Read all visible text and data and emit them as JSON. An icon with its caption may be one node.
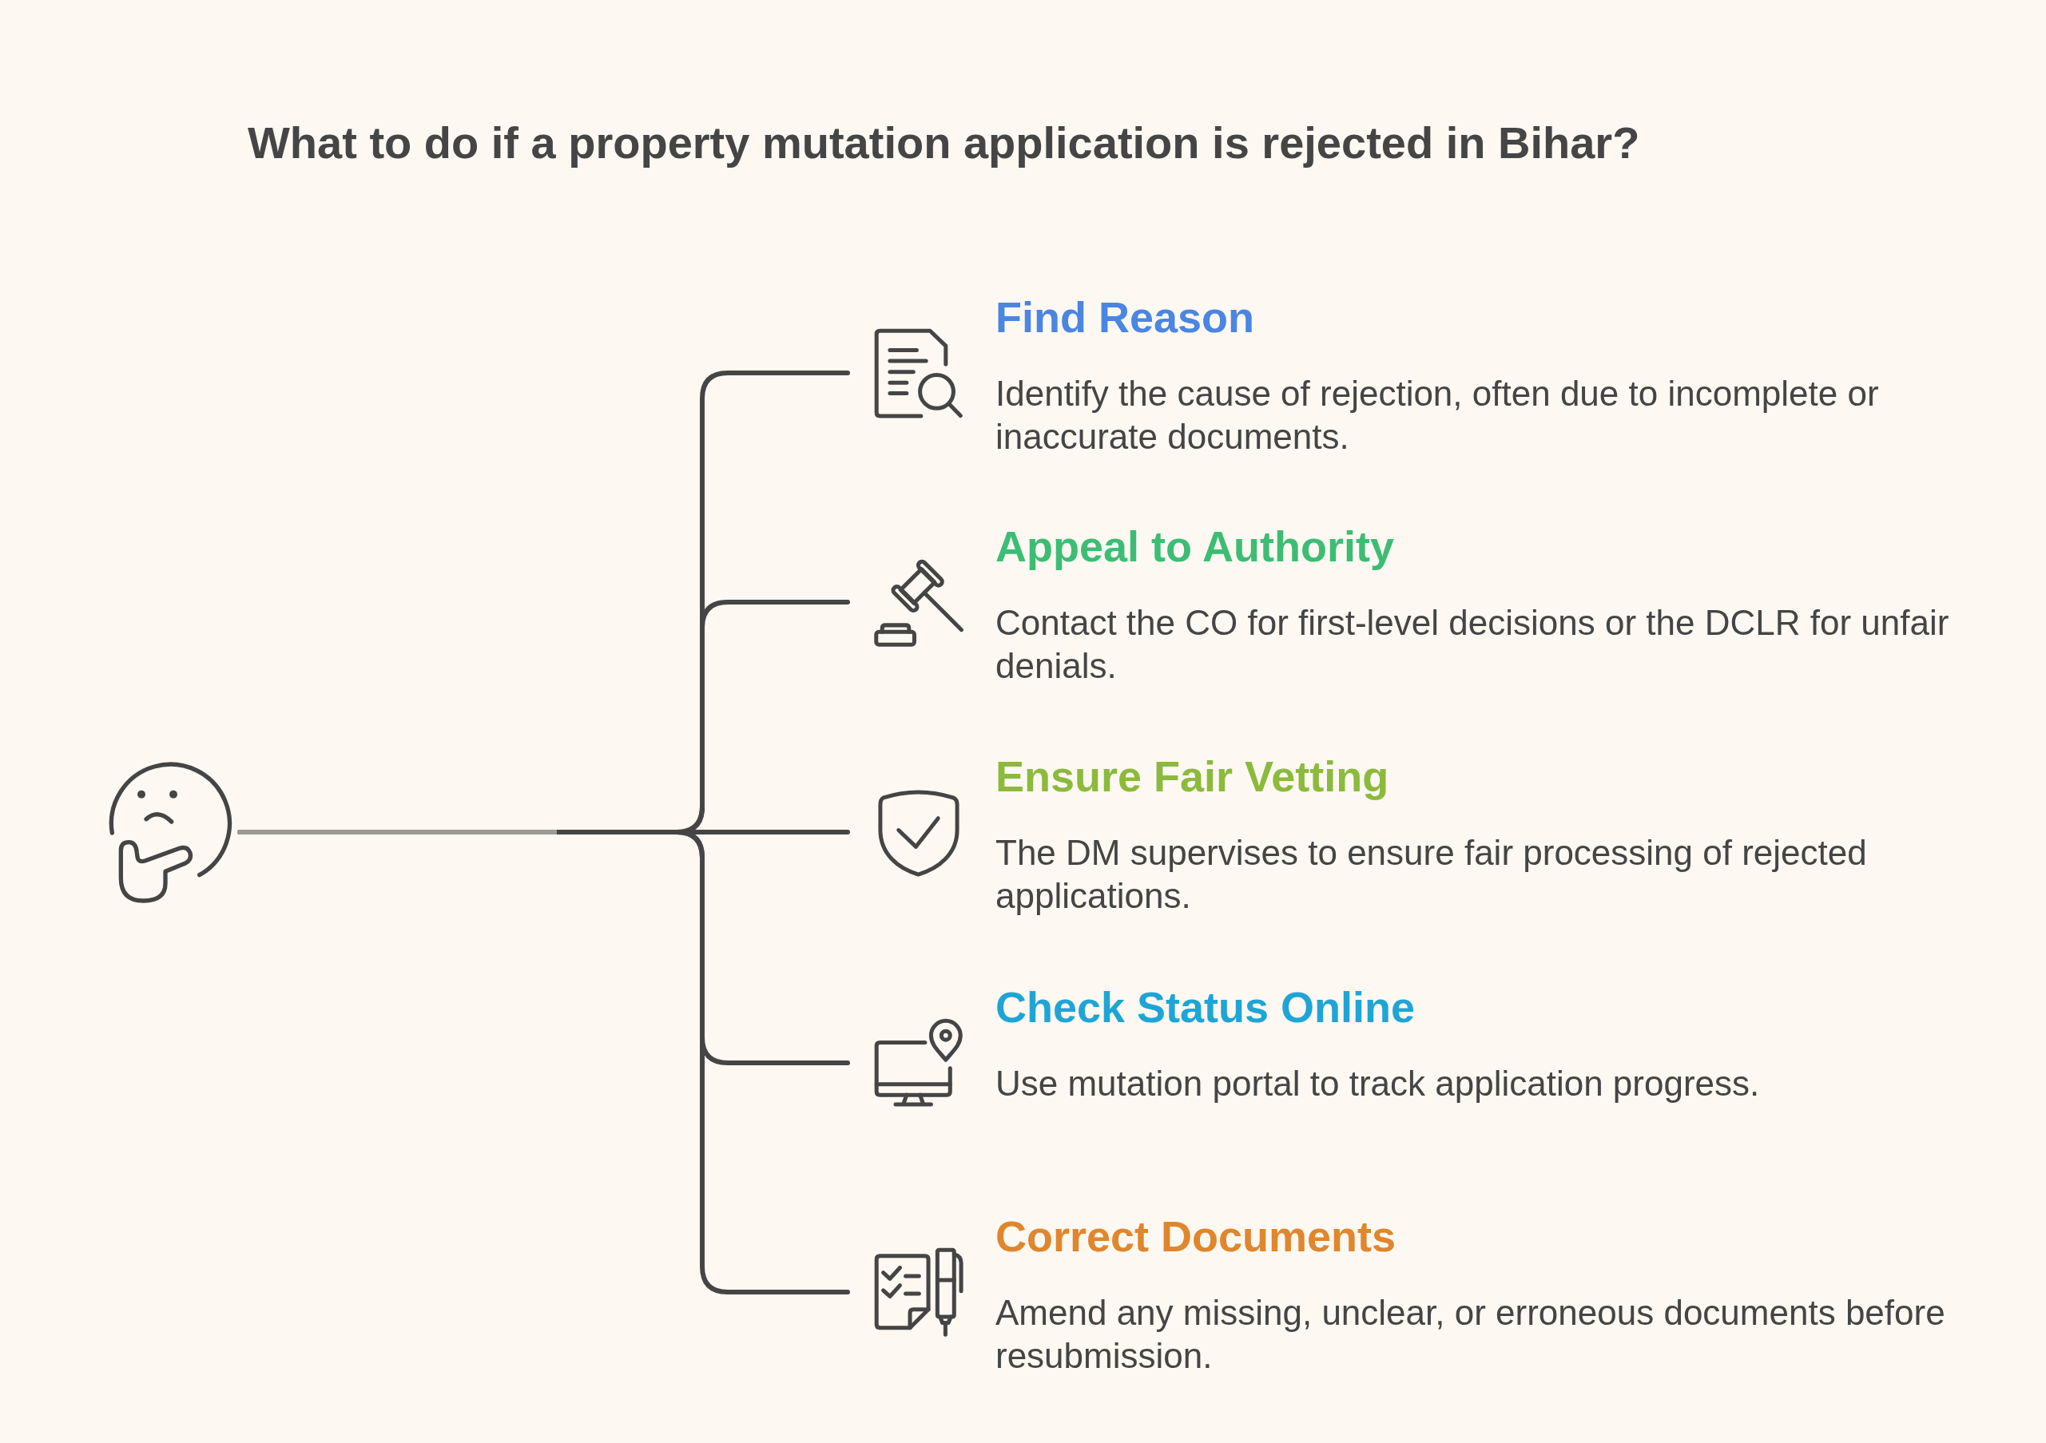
{
  "diagram": {
    "title": "What to do if a property mutation application is rejected in Bihar?",
    "nodes": [
      {
        "text": [],
        "shape": "picture"
      },
      {
        "text": [
          "Find Reason",
          "Identify the cause of rejection, often due to incomplete or inaccurate documents."
        ]
      },
      {
        "text": [
          "Appeal to Authority",
          "Contact the CO for first-level decisions or the DCLR for unfair denials."
        ]
      },
      {
        "text": [
          "Ensure Fair Vetting",
          "The DM supervises to ensure fair processing of rejected applications."
        ]
      },
      {
        "text": [
          "Check Status Online",
          "Use mutation portal to track application progress."
        ]
      },
      {
        "text": [
          "Correct Documents",
          "Amend any missing, unclear, or erroneous documents before resubmission."
        ]
      }
    ],
    "edges": [
      {
        "from": 0,
        "to": 1,
        "arrow": "none"
      },
      {
        "from": 0,
        "to": 2,
        "arrow": "none"
      },
      {
        "from": 0,
        "to": 3,
        "arrow": "none"
      },
      {
        "from": 0,
        "to": 4,
        "arrow": "none"
      },
      {
        "from": 0,
        "to": 5,
        "arrow": "none"
      }
    ]
  }
}
